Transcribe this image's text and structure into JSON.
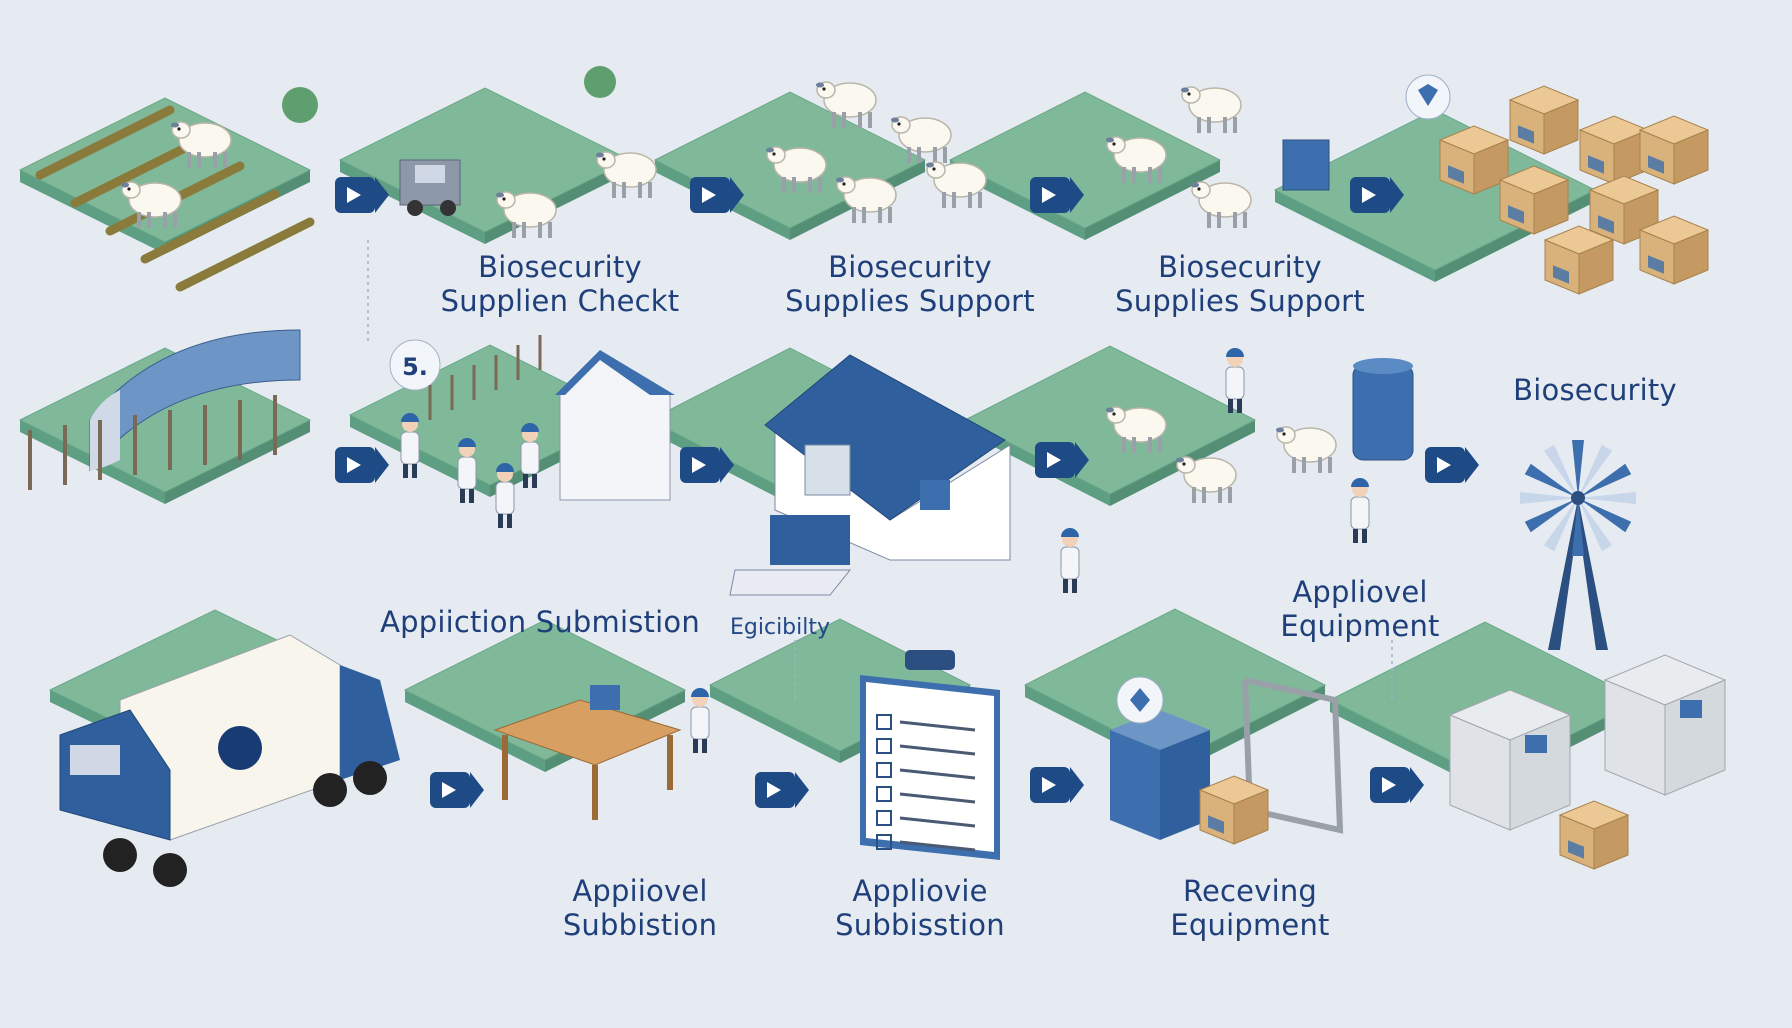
{
  "colors": {
    "background": "#e6ebf2",
    "platform_top": "#7fb99a",
    "platform_side": "#5e9e82",
    "arrow": "#1e4a86",
    "label_text": "#1f3f7a",
    "accent_blue": "#3d6fae",
    "box_tan": "#d8b27a"
  },
  "badge": {
    "number": "5."
  },
  "labels": {
    "r1s2": [
      "Biosecurity",
      "Supplien Checkt"
    ],
    "r1s3": [
      "Biosecurity",
      "Supplies Support"
    ],
    "r1s4": [
      "Biosecurity",
      "Supplies Support"
    ],
    "r2s5": [
      "Biosecurity"
    ],
    "r2s2": [
      "Appiiction Submistion"
    ],
    "r2s3": [
      "Egicibilty"
    ],
    "r2s4": [
      "Appliovel",
      "Equipment"
    ],
    "r3s2": [
      "Appiiovel",
      "Subbistion"
    ],
    "r3s3": [
      "Appliovie",
      "Subbisstion"
    ],
    "r3s4": [
      "Receving",
      "Equipment"
    ]
  },
  "icons": {
    "process_arrow": "arrow-right-icon",
    "sheep": "sheep-icon",
    "truck": "truck-icon",
    "barn": "barn-icon",
    "laptop": "laptop-icon",
    "clipboard": "clipboard-checklist-icon",
    "boxes": "shipping-boxes-icon",
    "windmill": "windmill-icon",
    "worker": "worker-icon",
    "shield": "shield-badge-icon"
  }
}
